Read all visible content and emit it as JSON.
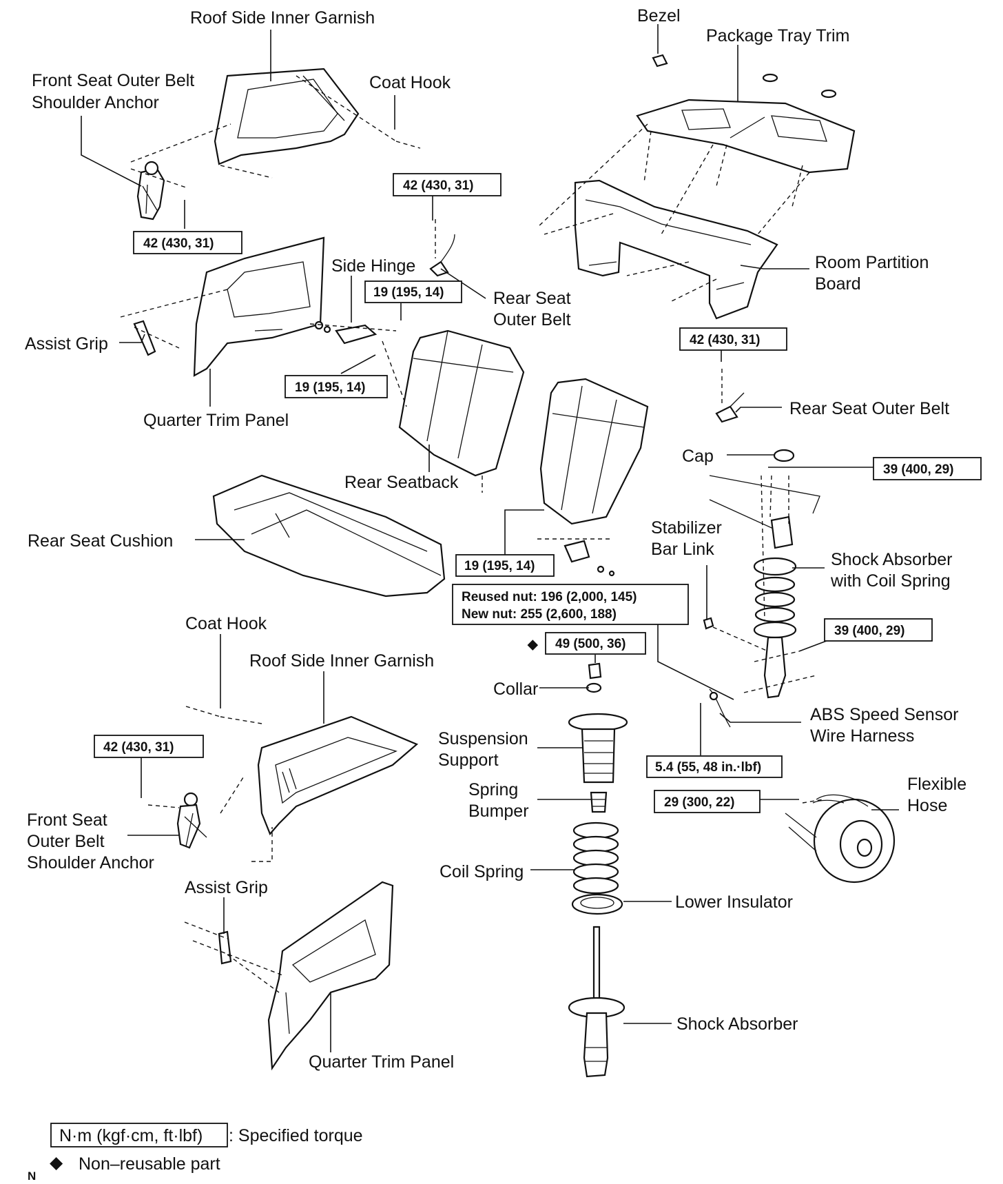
{
  "labels": {
    "roof_side_inner_garnish_top": "Roof Side Inner Garnish",
    "bezel": "Bezel",
    "package_tray_trim": "Package Tray Trim",
    "front_seat_outer_belt_top_1": "Front Seat Outer Belt",
    "front_seat_outer_belt_top_2": "Shoulder Anchor",
    "coat_hook_top": "Coat Hook",
    "side_hinge": "Side Hinge",
    "rear_seat_outer_belt_mid_1": "Rear Seat",
    "rear_seat_outer_belt_mid_2": "Outer Belt",
    "room_partition_board_1": "Room Partition",
    "room_partition_board_2": "Board",
    "assist_grip_top": "Assist Grip",
    "quarter_trim_panel_top": "Quarter Trim Panel",
    "rear_seat_outer_belt_right": "Rear Seat Outer Belt",
    "cap": "Cap",
    "rear_seatback": "Rear Seatback",
    "rear_seat_cushion": "Rear Seat Cushion",
    "stabilizer_bar_link_1": "Stabilizer",
    "stabilizer_bar_link_2": "Bar Link",
    "shock_absorber_coil_1": "Shock Absorber",
    "shock_absorber_coil_2": "with Coil Spring",
    "coat_hook_bottom": "Coat Hook",
    "roof_side_inner_garnish_bottom": "Roof Side Inner Garnish",
    "collar": "Collar",
    "abs_speed_sensor_1": "ABS Speed Sensor",
    "abs_speed_sensor_2": "Wire Harness",
    "suspension_support_1": "Suspension",
    "suspension_support_2": "Support",
    "spring_bumper_1": "Spring",
    "spring_bumper_2": "Bumper",
    "flexible_hose_1": "Flexible",
    "flexible_hose_2": "Hose",
    "front_seat_outer_belt_bottom_1": "Front Seat",
    "front_seat_outer_belt_bottom_2": "Outer Belt",
    "front_seat_outer_belt_bottom_3": "Shoulder Anchor",
    "coil_spring": "Coil Spring",
    "lower_insulator": "Lower Insulator",
    "assist_grip_bottom": "Assist Grip",
    "shock_absorber": "Shock Absorber",
    "quarter_trim_panel_bottom": "Quarter Trim Panel"
  },
  "torques": {
    "t_42_top_center": "42 (430, 31)",
    "t_42_top_left": "42 (430, 31)",
    "t_19_hinge_upper": "19 (195, 14)",
    "t_19_hinge_lower": "19 (195, 14)",
    "t_42_partition": "42 (430, 31)",
    "t_39_upper": "39 (400, 29)",
    "t_19_seatback": "19 (195, 14)",
    "t_39_lower": "39 (400, 29)",
    "t_reused_nut": "Reused nut: 196 (2,000, 145)",
    "t_new_nut": "New nut: 255 (2,600, 188)",
    "t_49": "49 (500, 36)",
    "t_42_bottom_left": "42 (430, 31)",
    "t_5_4": "5.4 (55, 48 in.·lbf)",
    "t_29": "29 (300, 22)"
  },
  "legend": {
    "torque_unit": "N·m (kgf·cm, ft·lbf)",
    "torque_desc": ": Specified torque",
    "nonreusable_symbol": "◆",
    "nonreusable_desc": "Non–reusable part",
    "corner_mark": "N"
  }
}
